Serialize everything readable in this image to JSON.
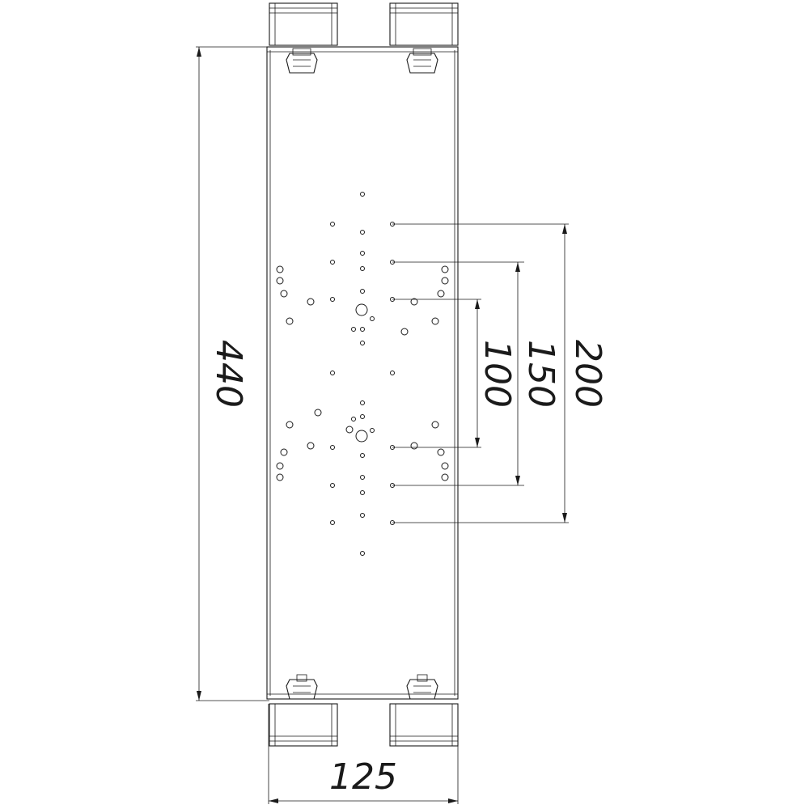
{
  "drawing": {
    "dimensions": {
      "height": "440",
      "width": "125",
      "pattern_100": "100",
      "pattern_150": "150",
      "pattern_200": "200"
    }
  }
}
